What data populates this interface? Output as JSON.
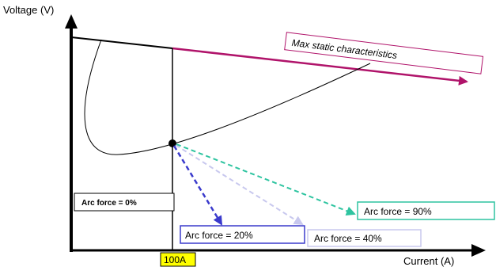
{
  "axes": {
    "y_label": "Voltage (V)",
    "x_label": "Current (A)",
    "x_marker_label": "100A"
  },
  "labels": {
    "max_static": "Max static characteristics",
    "arc_force_0": "Arc force = 0%",
    "arc_force_20": "Arc force = 20%",
    "arc_force_40": "Arc force = 40%",
    "arc_force_90": "Arc force = 90%"
  },
  "colors": {
    "axis": "#000000",
    "max_static_line": "#b0136a",
    "arc_force_20": "#3a3acc",
    "arc_force_40": "#c8c8ee",
    "arc_force_90": "#2ec4a0",
    "marker_highlight": "#ffff00",
    "box_border_0": "#000000",
    "box_border_20": "#3a3acc",
    "box_border_40": "#c8c8ee",
    "box_border_90": "#2ec4a0",
    "max_box_border": "#b0136a"
  }
}
